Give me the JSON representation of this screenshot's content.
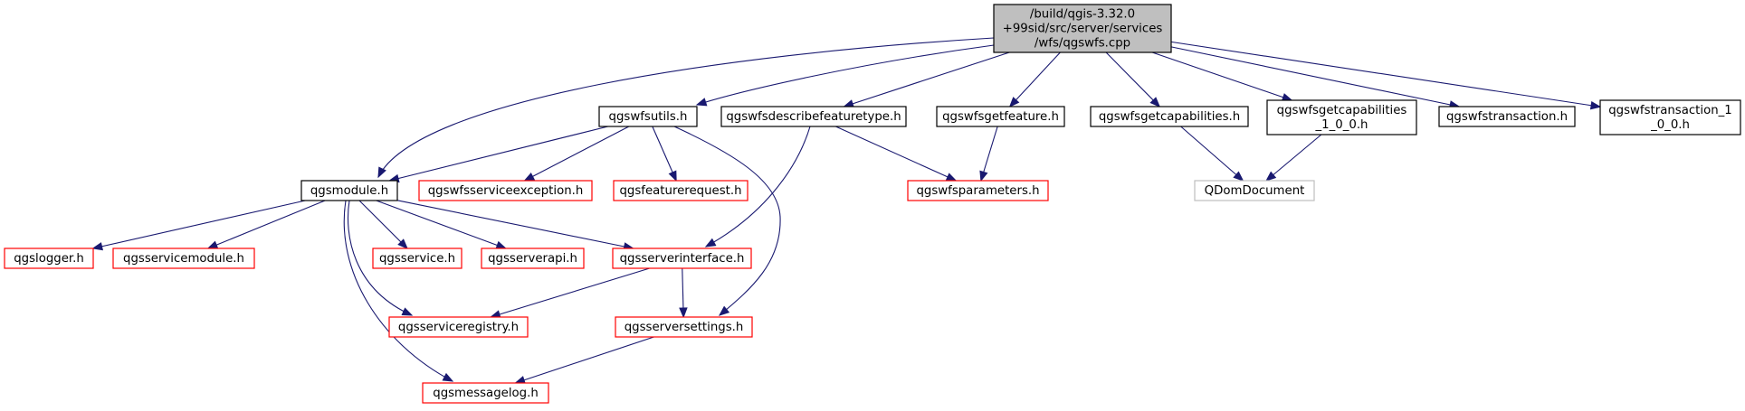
{
  "graph": {
    "nodes": [
      {
        "id": "root",
        "lines": [
          "/build/qgis-3.32.0",
          "+99sid/src/server/services",
          "/wfs/qgswfs.cpp"
        ],
        "style": "root"
      },
      {
        "id": "qgswfsutils",
        "lines": [
          "qgswfsutils.h"
        ],
        "style": "normal"
      },
      {
        "id": "describe",
        "lines": [
          "qgswfsdescribefeaturetype.h"
        ],
        "style": "normal"
      },
      {
        "id": "getfeature",
        "lines": [
          "qgswfsgetfeature.h"
        ],
        "style": "normal"
      },
      {
        "id": "getcap",
        "lines": [
          "qgswfsgetcapabilities.h"
        ],
        "style": "normal"
      },
      {
        "id": "getcap100",
        "lines": [
          "qgswfsgetcapabilities",
          "_1_0_0.h"
        ],
        "style": "normal"
      },
      {
        "id": "transaction",
        "lines": [
          "qgswfstransaction.h"
        ],
        "style": "normal"
      },
      {
        "id": "transaction100",
        "lines": [
          "qgswfstransaction_1",
          "_0_0.h"
        ],
        "style": "normal"
      },
      {
        "id": "qgsmodule",
        "lines": [
          "qgsmodule.h"
        ],
        "style": "normal"
      },
      {
        "id": "serviceexception",
        "lines": [
          "qgswfsserviceexception.h"
        ],
        "style": "red"
      },
      {
        "id": "featurerequest",
        "lines": [
          "qgsfeaturerequest.h"
        ],
        "style": "red"
      },
      {
        "id": "parameters",
        "lines": [
          "qgswfsparameters.h"
        ],
        "style": "red"
      },
      {
        "id": "qdom",
        "lines": [
          "QDomDocument"
        ],
        "style": "gray"
      },
      {
        "id": "logger",
        "lines": [
          "qgslogger.h"
        ],
        "style": "red"
      },
      {
        "id": "servicemodule",
        "lines": [
          "qgsservicemodule.h"
        ],
        "style": "red"
      },
      {
        "id": "service",
        "lines": [
          "qgsservice.h"
        ],
        "style": "red"
      },
      {
        "id": "serverapi",
        "lines": [
          "qgsserverapi.h"
        ],
        "style": "red"
      },
      {
        "id": "serverinterface",
        "lines": [
          "qgsserverinterface.h"
        ],
        "style": "red"
      },
      {
        "id": "registry",
        "lines": [
          "qgsserviceregistry.h"
        ],
        "style": "red"
      },
      {
        "id": "serversettings",
        "lines": [
          "qgsserversettings.h"
        ],
        "style": "red"
      },
      {
        "id": "messagelog",
        "lines": [
          "qgsmessagelog.h"
        ],
        "style": "red"
      }
    ],
    "edges": [
      [
        "root",
        "qgsmodule"
      ],
      [
        "root",
        "qgswfsutils"
      ],
      [
        "root",
        "describe"
      ],
      [
        "root",
        "getfeature"
      ],
      [
        "root",
        "getcap"
      ],
      [
        "root",
        "getcap100"
      ],
      [
        "root",
        "transaction"
      ],
      [
        "root",
        "transaction100"
      ],
      [
        "qgswfsutils",
        "qgsmodule"
      ],
      [
        "qgswfsutils",
        "serviceexception"
      ],
      [
        "qgswfsutils",
        "featurerequest"
      ],
      [
        "qgswfsutils",
        "serversettings"
      ],
      [
        "describe",
        "parameters"
      ],
      [
        "describe",
        "serverinterface"
      ],
      [
        "getfeature",
        "parameters"
      ],
      [
        "getcap",
        "qdom"
      ],
      [
        "getcap100",
        "qdom"
      ],
      [
        "qgsmodule",
        "logger"
      ],
      [
        "qgsmodule",
        "servicemodule"
      ],
      [
        "qgsmodule",
        "service"
      ],
      [
        "qgsmodule",
        "serverapi"
      ],
      [
        "qgsmodule",
        "serverinterface"
      ],
      [
        "qgsmodule",
        "registry"
      ],
      [
        "qgsmodule",
        "messagelog"
      ],
      [
        "serverinterface",
        "registry"
      ],
      [
        "serverinterface",
        "serversettings"
      ],
      [
        "serversettings",
        "messagelog"
      ]
    ],
    "colors": {
      "edge": "#191970",
      "root_fill": "#bfbfbf",
      "normal_border": "#000000",
      "red_border": "#ff0000",
      "gray_border": "#bfbfbf"
    }
  }
}
